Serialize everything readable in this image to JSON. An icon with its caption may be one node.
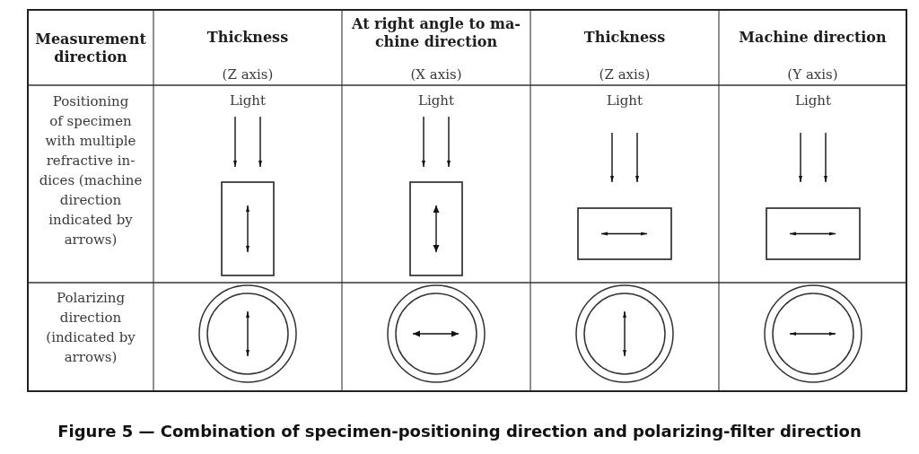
{
  "diagram": {
    "caption": "Figure 5 — Combination of specimen-positioning direction and polarizing-filter direction",
    "labels": [
      "Measurement direction",
      "Thickness",
      "(Z axis)",
      "At right angle to ma- chine direction",
      "(X axis)",
      "Thickness",
      "(Z axis)",
      "Machine direction",
      "(Y axis)",
      "Positioning of specimen with multiple refractive in- dices (machine direction indicated by arrows)",
      "Light",
      "Light",
      "Light",
      "Light",
      "Polarizing direction (indicated by arrows)"
    ]
  }
}
